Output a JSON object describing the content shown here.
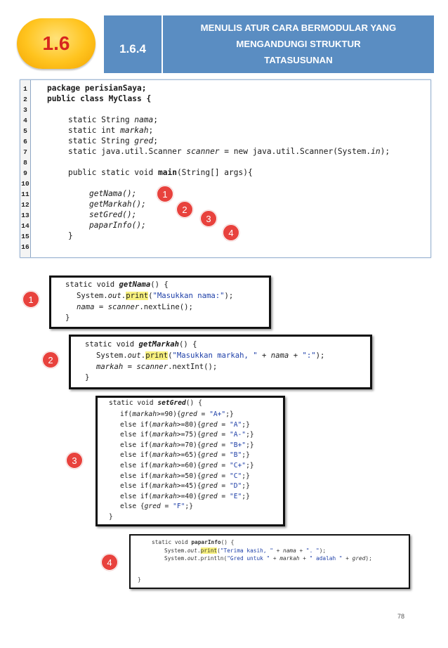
{
  "header": {
    "section_badge": "1.6",
    "subsection": "1.6.4",
    "title_lines": [
      "MENULIS ATUR CARA BERMODULAR YANG",
      "MENGANDUNGI STRUKTUR",
      "TATASUSUNAN"
    ]
  },
  "listing": {
    "line_numbers": [
      "1",
      "2",
      "3",
      "4",
      "5",
      "6",
      "7",
      "8",
      "9",
      "10",
      "11",
      "12",
      "13",
      "14",
      "15",
      "16"
    ],
    "lines": {
      "l1": "package perisianSaya;",
      "l2a": "public class ",
      "l2b": "MyClass",
      "l2c": " {",
      "l4a": "static String ",
      "l4b": "nama",
      "l4c": ";",
      "l5a": "static int ",
      "l5b": "markah",
      "l5c": ";",
      "l6a": "static String ",
      "l6b": "gred",
      "l6c": ";",
      "l7a": "static java.util.Scanner ",
      "l7b": "scanner",
      "l7c": " = new java.util.Scanner(System.",
      "l7d": "in",
      "l7e": ");",
      "l9a": "public static void ",
      "l9b": "main",
      "l9c": "(String[] args){",
      "l11": "getNama();",
      "l12": "getMarkah();",
      "l13": "setGred();",
      "l14": "paparInfo();",
      "l15": "}"
    }
  },
  "markers": [
    "1",
    "2",
    "3",
    "4"
  ],
  "box1": {
    "l1a": "static void ",
    "l1b": "getNama",
    "l1c": "() {",
    "l2a": "System.",
    "l2b": "out",
    "l2c": ".",
    "l2d": "print",
    "l2e": "(",
    "l2f": "\"Masukkan nama:\"",
    "l2g": ");",
    "l3a": "nama",
    "l3b": " = ",
    "l3c": "scanner",
    "l3d": ".nextLine();",
    "l4": "}"
  },
  "box2": {
    "l1a": "static void ",
    "l1b": "getMarkah",
    "l1c": "() {",
    "l2a": "System.",
    "l2b": "out",
    "l2c": ".",
    "l2d": "print",
    "l2e": "(",
    "l2f": "\"Masukkan markah, \"",
    "l2g": " + ",
    "l2h": "nama",
    "l2i": " + ",
    "l2j": "\":\"",
    "l2k": ");",
    "l3a": "markah",
    "l3b": " = ",
    "l3c": "scanner",
    "l3d": ".nextInt();",
    "l4": "}"
  },
  "box3": {
    "header_a": "static void ",
    "header_b": "setGred",
    "header_c": "() {",
    "rows": [
      {
        "pre": "if(",
        "cond": "markah",
        "op": ">=90){",
        "var": "gred",
        "eq": " = ",
        "val": "\"A+\"",
        "end": ";}"
      },
      {
        "pre": "else if(",
        "cond": "markah",
        "op": ">=80){",
        "var": "gred",
        "eq": " = ",
        "val": "\"A\"",
        "end": ";}"
      },
      {
        "pre": "else if(",
        "cond": "markah",
        "op": ">=75){",
        "var": "gred",
        "eq": " = ",
        "val": "\"A-\"",
        "end": ";}"
      },
      {
        "pre": "else if(",
        "cond": "markah",
        "op": ">=70){",
        "var": "gred",
        "eq": " = ",
        "val": "\"B+\"",
        "end": ";}"
      },
      {
        "pre": "else if(",
        "cond": "markah",
        "op": ">=65){",
        "var": "gred",
        "eq": " = ",
        "val": "\"B\"",
        "end": ";}"
      },
      {
        "pre": "else if(",
        "cond": "markah",
        "op": ">=60){",
        "var": "gred",
        "eq": " = ",
        "val": "\"C+\"",
        "end": ";}"
      },
      {
        "pre": "else if(",
        "cond": "markah",
        "op": ">=50){",
        "var": "gred",
        "eq": " = ",
        "val": "\"C\"",
        "end": ";}"
      },
      {
        "pre": "else if(",
        "cond": "markah",
        "op": ">=45){",
        "var": "gred",
        "eq": " = ",
        "val": "\"D\"",
        "end": ";}"
      },
      {
        "pre": "else if(",
        "cond": "markah",
        "op": ">=40){",
        "var": "gred",
        "eq": " = ",
        "val": "\"E\"",
        "end": ";}"
      },
      {
        "pre": "else {",
        "cond": "",
        "op": "",
        "var": "gred",
        "eq": " = ",
        "val": "\"F\"",
        "end": ";}"
      }
    ],
    "close": "}"
  },
  "box4": {
    "l1a": "static void ",
    "l1b": "paparInfo",
    "l1c": "() {",
    "l2a": "System.",
    "l2b": "out",
    "l2c": ".",
    "l2d": "print",
    "l2e": "(",
    "l2f": "\"Terima kasih, \"",
    "l2g": " + ",
    "l2h": "nama",
    "l2i": " + ",
    "l2j": "\". \"",
    "l2k": ");",
    "l3a": "System.",
    "l3b": "out",
    "l3c": ".println(",
    "l3d": "\"Gred untuk \"",
    "l3e": " + ",
    "l3f": "markah",
    "l3g": " + ",
    "l3h": "\" adalah \"",
    "l3i": " + ",
    "l3j": "gred",
    "l3k": ");",
    "l4": "}"
  },
  "page_number": "78"
}
